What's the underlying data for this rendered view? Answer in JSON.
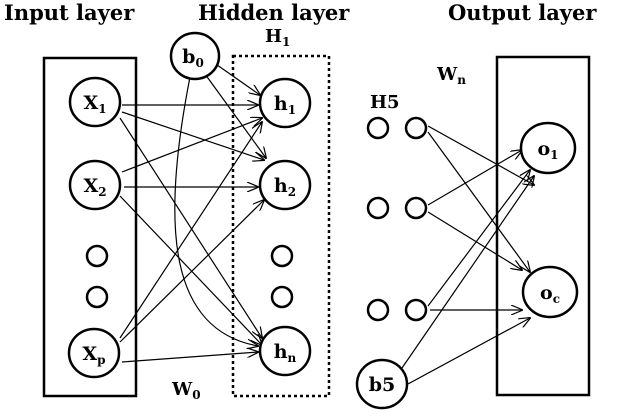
{
  "headers": {
    "input": "Input layer",
    "hidden": "Hidden layer",
    "output": "Output layer"
  },
  "labels": {
    "h1_layer": "H",
    "h1_layer_sub": "1",
    "h5": "H5",
    "w_out": "W",
    "w_out_sub": "n",
    "w0": "W",
    "w0_sub": "0"
  },
  "nodes": {
    "x1": {
      "main": "X",
      "sub": "1"
    },
    "x2": {
      "main": "X",
      "sub": "2"
    },
    "xp": {
      "main": "X",
      "sub": "p"
    },
    "b0": {
      "main": "b",
      "sub": "0"
    },
    "h1": {
      "main": "h",
      "sub": "1"
    },
    "h2": {
      "main": "h",
      "sub": "2"
    },
    "hn": {
      "main": "h",
      "sub": "n"
    },
    "b5": {
      "main": "b5",
      "sub": ""
    },
    "o1": {
      "main": "o",
      "sub": "1"
    },
    "oc": {
      "main": "o",
      "sub": "c"
    }
  }
}
